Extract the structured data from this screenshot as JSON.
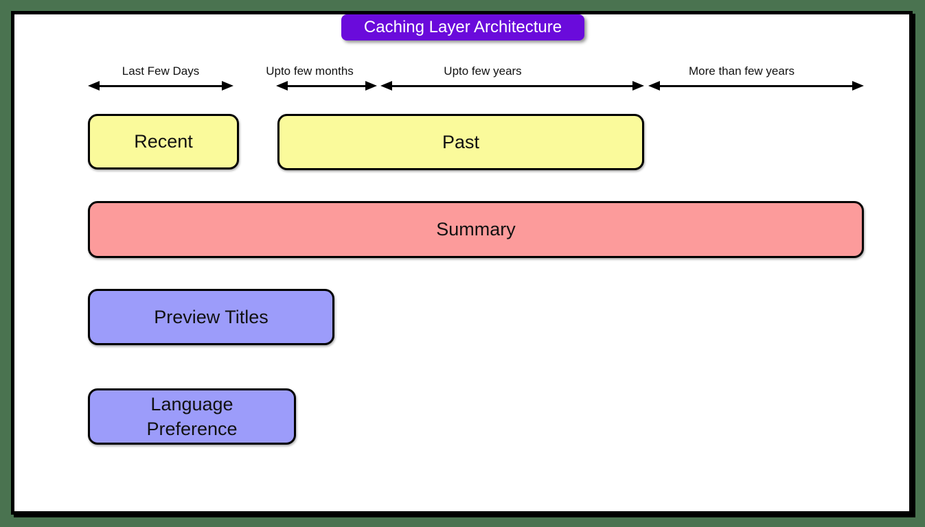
{
  "title": {
    "text": "Caching Layer Architecture",
    "bg": "#6A0BDB",
    "text_color": "#FFFFFF"
  },
  "timeline": {
    "spans": [
      {
        "label": "Last Few Days"
      },
      {
        "label": "Upto few months"
      },
      {
        "label": "Upto few years"
      },
      {
        "label": "More than few years"
      }
    ]
  },
  "boxes": [
    {
      "label": "Recent",
      "color": "#FAFA9B"
    },
    {
      "label": "Past",
      "color": "#FAFA9B"
    },
    {
      "label": "Summary",
      "color": "#FC9B9B"
    },
    {
      "label": "Preview Titles",
      "color": "#9C9CFA"
    },
    {
      "label": "Language Preference",
      "color": "#9C9CFA"
    }
  ],
  "colors": {
    "canvas_background": "#4A7350",
    "panel_background": "#FFFFFF",
    "panel_border": "#000000",
    "arrow_color": "#000000"
  }
}
